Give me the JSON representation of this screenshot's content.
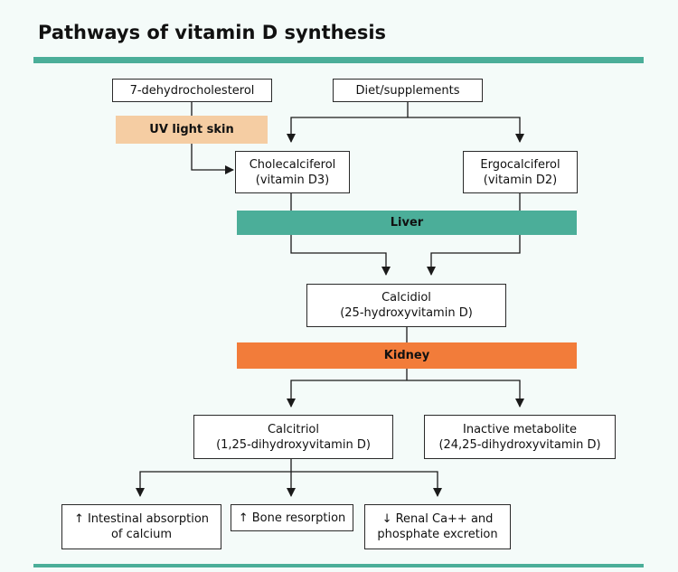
{
  "title": "Pathways of vitamin D synthesis",
  "colors": {
    "accent_teal": "#4bae99",
    "uv_band": "#f5cda3",
    "kidney_band": "#f27c3a"
  },
  "nodes": {
    "dehydrocholesterol": "7-dehydrocholesterol",
    "diet": "Diet/supplements",
    "uv_skin": "UV light skin",
    "cholecalciferol": "Cholecalciferol\n(vitamin D3)",
    "ergocalciferol": "Ergocalciferol\n(vitamin D2)",
    "liver": "Liver",
    "calcidiol": "Calcidiol\n(25-hydroxyvitamin D)",
    "kidney": "Kidney",
    "calcitriol": "Calcitriol\n(1,25-dihydroxyvitamin D)",
    "inactive": "Inactive metabolite\n(24,25-dihydroxyvitamin D)",
    "intestinal": "↑ Intestinal absorption\nof calcium",
    "bone": "↑ Bone resorption",
    "renal": "↓ Renal Ca++ and\nphosphate excretion"
  }
}
